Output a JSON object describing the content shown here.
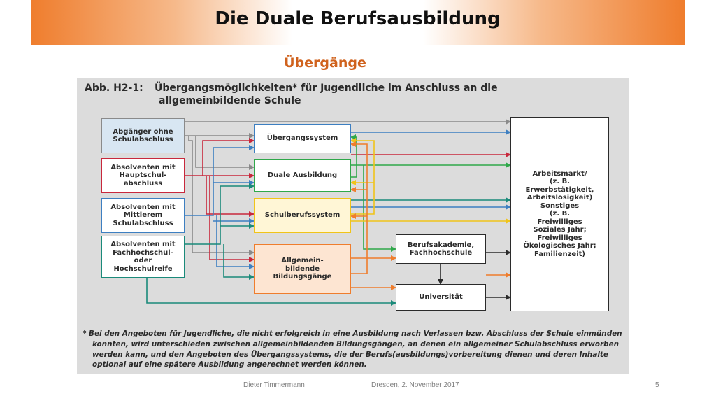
{
  "slide": {
    "title": "Die Duale Berufsausbildung",
    "subtitle": "Übergänge"
  },
  "figure": {
    "label": "Abb. H2-1:",
    "title_line1": "Übergangsmöglichkeiten* für Jugendliche im Anschluss an die",
    "title_line2": "allgemeinbildende Schule",
    "origins": [
      "Abgänger ohne\nSchulabschluss",
      "Absolventen mit\nHauptschul-\nabschluss",
      "Absolventen mit\nMittlerem\nSchulabschluss",
      "Absolventen mit\nFachhochschul-\noder\nHochschulreife"
    ],
    "sectors": [
      "Übergangssystem",
      "Duale Ausbildung",
      "Schulberufssystem",
      "Allgemein-\nbildende\nBildungsgänge"
    ],
    "higher_ed": [
      "Berufsakademie,\nFachhochschule",
      "Universität"
    ],
    "destination": "Arbeitsmarkt/\n(z. B.\nErwerbstätigkeit,\nArbeitslosigkeit)\nSonstiges\n(z. B.\nFreiwilliges\nSoziales Jahr;\nFreiwilliges\nÖkologisches Jahr;\nFamilienzeit)",
    "footnote": "* Bei den Angeboten für Jugendliche, die nicht erfolgreich in eine Ausbildung nach Verlassen bzw. Abschluss der Schule einmünden konnten, wird unterschieden zwischen allgemeinbildenden Bildungsgängen, an denen ein allgemeiner Schulabschluss erworben werden kann, und den Angeboten des Übergangssystems, die der Berufs(ausbildungs)vorbereitung dienen und deren Inhalte optional auf eine spätere Ausbildung angerechnet werden können."
  },
  "colors": {
    "gray": "#8a8a8a",
    "red": "#c8283c",
    "blue": "#3d7fc1",
    "teal": "#1a8a7a",
    "green": "#2fa84a",
    "yellow": "#f0c419",
    "orange": "#ef7d2d",
    "black": "#2b2b2b",
    "box_fill_gray": "#d8e6f2",
    "box_fill_yellow": "#fff6d6",
    "box_fill_orange": "#fde5d2",
    "box_fill_teal": "#e3f1ed"
  },
  "footer": {
    "author": "Dieter Timmermann",
    "date": "Dresden, 2. November 2017",
    "page": "5"
  }
}
